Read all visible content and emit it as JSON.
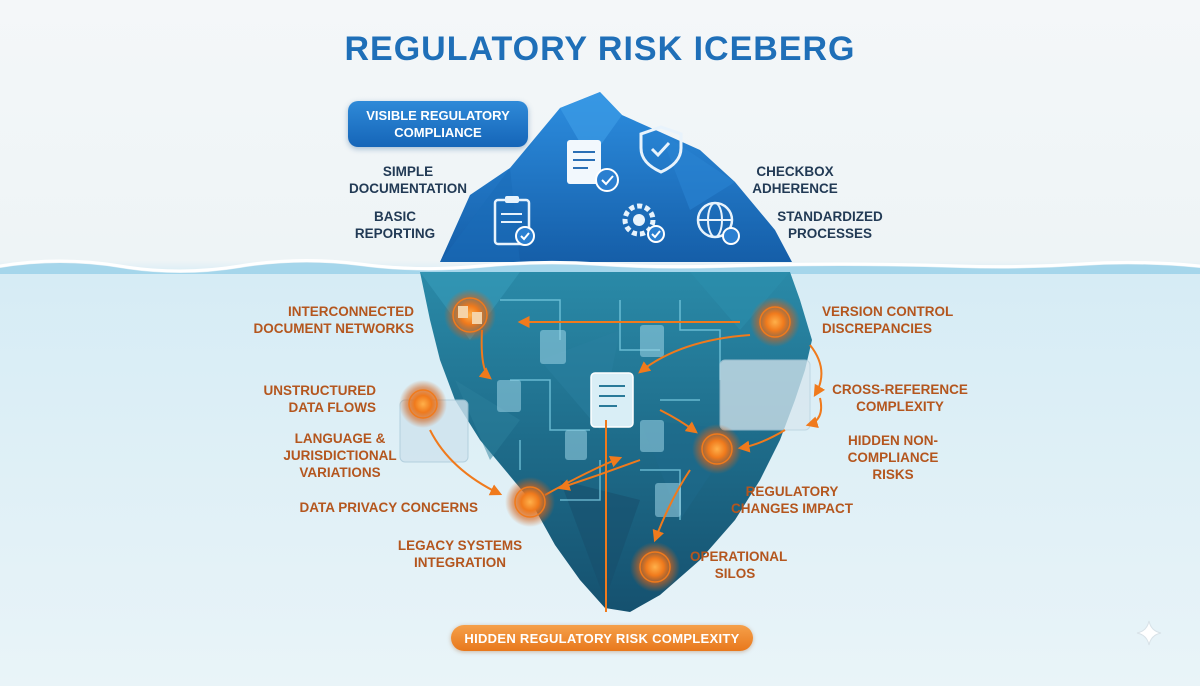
{
  "title": "REGULATORY RISK ICEBERG",
  "visible_section": {
    "header": "VISIBLE REGULATORY COMPLIANCE",
    "items": [
      "SIMPLE DOCUMENTATION",
      "BASIC REPORTING",
      "CHECKBOX ADHERENCE",
      "STANDARDIZED PROCESSES"
    ],
    "icons": [
      "document-check-icon",
      "shield-check-icon",
      "clipboard-check-icon",
      "gear-check-icon",
      "globe-copyright-icon"
    ]
  },
  "hidden_section": {
    "items": [
      "INTERCONNECTED DOCUMENT NETWORKS",
      "UNSTRUCTURED DATA FLOWS",
      "LANGUAGE & JURISDICTIONAL VARIATIONS",
      "DATA PRIVACY CONCERNS",
      "LEGACY SYSTEMS INTEGRATION",
      "VERSION CONTROL DISCREPANCIES",
      "CROSS-REFERENCE COMPLEXITY",
      "HIDDEN NON-COMPLIANCE RISKS",
      "REGULATORY CHANGES IMPACT",
      "OPERATIONAL SILOS"
    ],
    "footer": "HIDDEN REGULATORY RISK COMPLEXITY"
  },
  "colors": {
    "title": "#1f6fb8",
    "ice_top": "#1e73c8",
    "ice_under": "#1f6f8a",
    "accent": "#f07a1c",
    "risk_text": "#b4561e"
  }
}
